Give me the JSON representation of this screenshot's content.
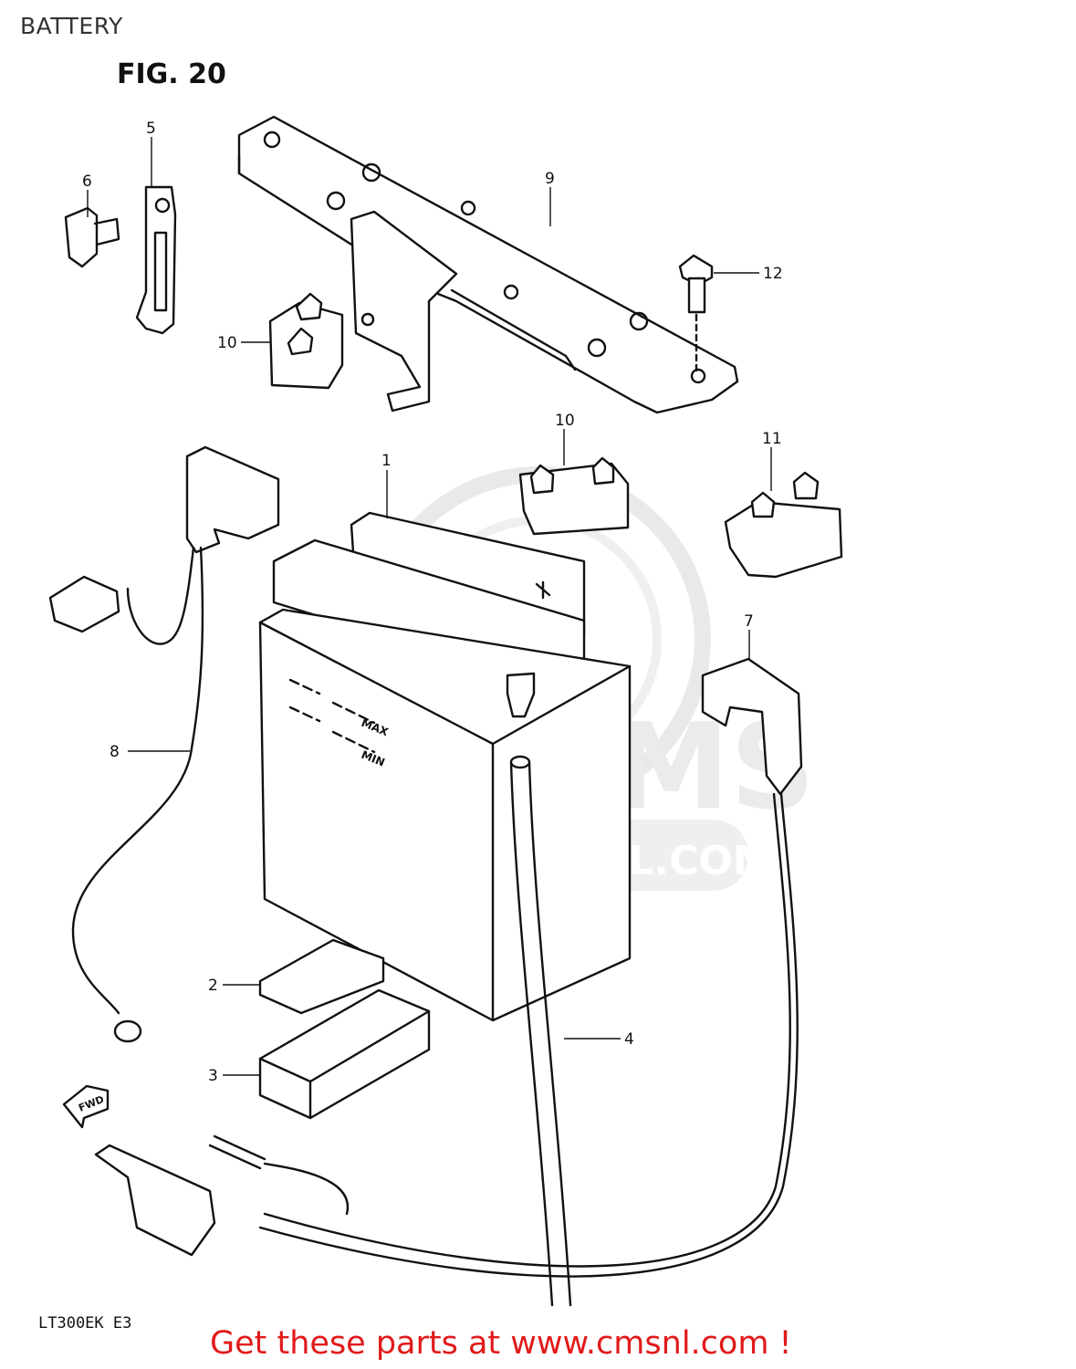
{
  "header": "BATTERY",
  "figure_title": "FIG. 20",
  "model_code": "LT300EK  E3",
  "cta": "Get these parts at www.cmsnl.com !",
  "watermark": {
    "logo_text": "CMS",
    "url": "WWW.CMSNL.COM"
  },
  "battery_marks": {
    "max": "MAX",
    "min": "MIN"
  },
  "fwd_label": "FWD",
  "callouts": [
    "1",
    "2",
    "3",
    "4",
    "5",
    "6",
    "7",
    "8",
    "9",
    "10",
    "10",
    "11",
    "12"
  ],
  "colors": {
    "cta": "#e11a1a",
    "line": "#111111",
    "watermark": "#e6e6e6"
  }
}
